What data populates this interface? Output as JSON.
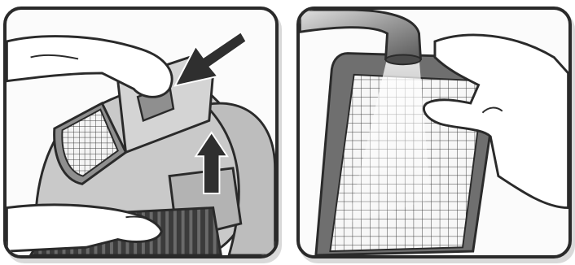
{
  "figure": {
    "panels": [
      {
        "id": "step-1",
        "scene": "filter-release-push-and-lift"
      },
      {
        "id": "step-2",
        "scene": "filter-rinse-under-tap"
      }
    ],
    "icons": [
      "push-arrow-icon",
      "lift-arrow-icon",
      "water-stream-icon"
    ],
    "colors": {
      "outline": "#2a2a2a",
      "panel_bg": "#fbfbfb",
      "device_light": "#c9c9c9",
      "device_mid": "#8f8f8f",
      "device_dark": "#5b5b5b",
      "arrow": "#2f2f2f",
      "mesh": "#3a3a3a"
    }
  }
}
